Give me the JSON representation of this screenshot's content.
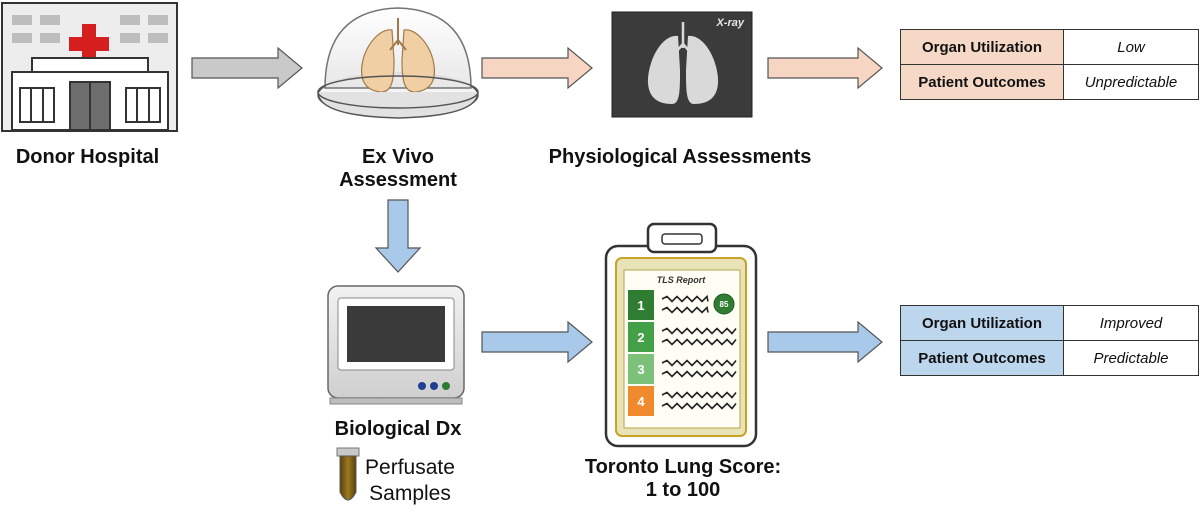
{
  "labels": {
    "donor_hospital": "Donor Hospital",
    "ex_vivo_line1": "Ex Vivo",
    "ex_vivo_line2": "Assessment",
    "physiological": "Physiological Assessments",
    "biological": "Biological Dx",
    "perfusate_line1": "Perfusate",
    "perfusate_line2": "Samples",
    "tls_line1": "Toronto Lung Score:",
    "tls_line2": "1 to 100"
  },
  "xray_label": "X-ray",
  "report": {
    "title": "TLS Report",
    "rows": [
      {
        "num": "1",
        "color": "#2e7d32"
      },
      {
        "num": "2",
        "color": "#43a047"
      },
      {
        "num": "3",
        "color": "#7cc17a"
      },
      {
        "num": "4",
        "color": "#f08a2c"
      }
    ],
    "score": "85"
  },
  "outcomes_top": {
    "rows": [
      {
        "key": "Organ Utilization",
        "value": "Low"
      },
      {
        "key": "Patient Outcomes",
        "value": "Unpredictable"
      }
    ]
  },
  "outcomes_bottom": {
    "rows": [
      {
        "key": "Organ Utilization",
        "value": "Improved"
      },
      {
        "key": "Patient Outcomes",
        "value": "Predictable"
      }
    ]
  },
  "colors": {
    "arrow_gray": "#c9c9c9",
    "arrow_peach": "#f6d5c2",
    "arrow_blue": "#a9c9ea",
    "hospital_cross": "#d62020",
    "clipboard": "#e9e3b8",
    "tube_liquid": "#7a5a12"
  }
}
